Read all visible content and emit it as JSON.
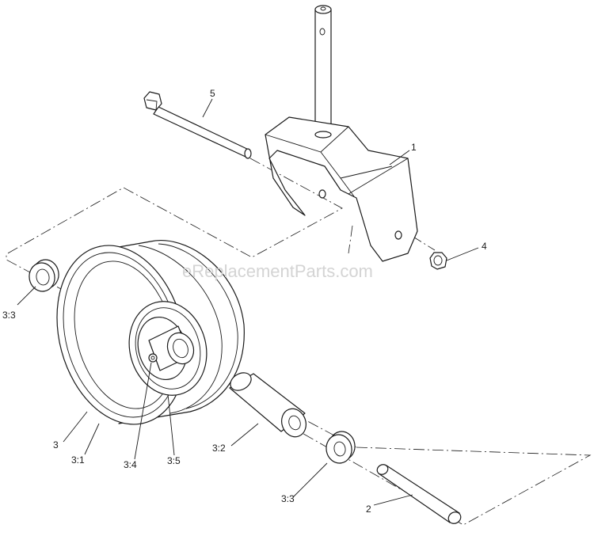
{
  "watermark": "eReplacementParts.com",
  "callouts": {
    "c1": "1",
    "c2": "2",
    "c3": "3",
    "c3_1": "3:1",
    "c3_2": "3:2",
    "c3_3a": "3:3",
    "c3_3b": "3:3",
    "c3_4": "3:4",
    "c3_5": "3:5",
    "c4": "4",
    "c5": "5"
  }
}
